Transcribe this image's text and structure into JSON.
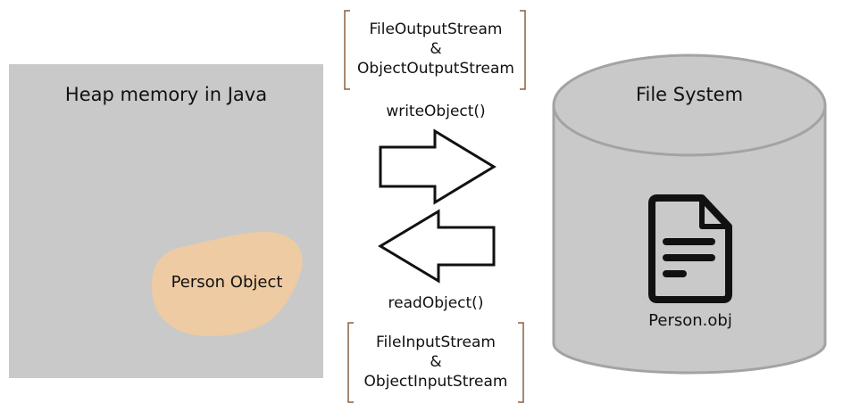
{
  "heap": {
    "title": "Heap memory in Java",
    "object_label": "Person Object"
  },
  "file_system": {
    "title": "File System",
    "file_name": "Person.obj"
  },
  "write": {
    "method": "writeObject()",
    "stream_1": "FileOutputStream",
    "joiner": "&",
    "stream_2": "ObjectOutputStream"
  },
  "read": {
    "method": "readObject()",
    "stream_1": "FileInputStream",
    "joiner": "&",
    "stream_2": "ObjectInputStream"
  },
  "icons": {
    "file": "document-icon",
    "write_arrow": "arrow-right-icon",
    "read_arrow": "arrow-left-icon"
  },
  "colors": {
    "heap_fill": "#c9c9c9",
    "object_fill": "#eecba3",
    "cylinder_fill": "#c9c9c9",
    "cylinder_stroke": "#a3a3a3",
    "bracket": "#8a6040",
    "ink": "#111111"
  }
}
